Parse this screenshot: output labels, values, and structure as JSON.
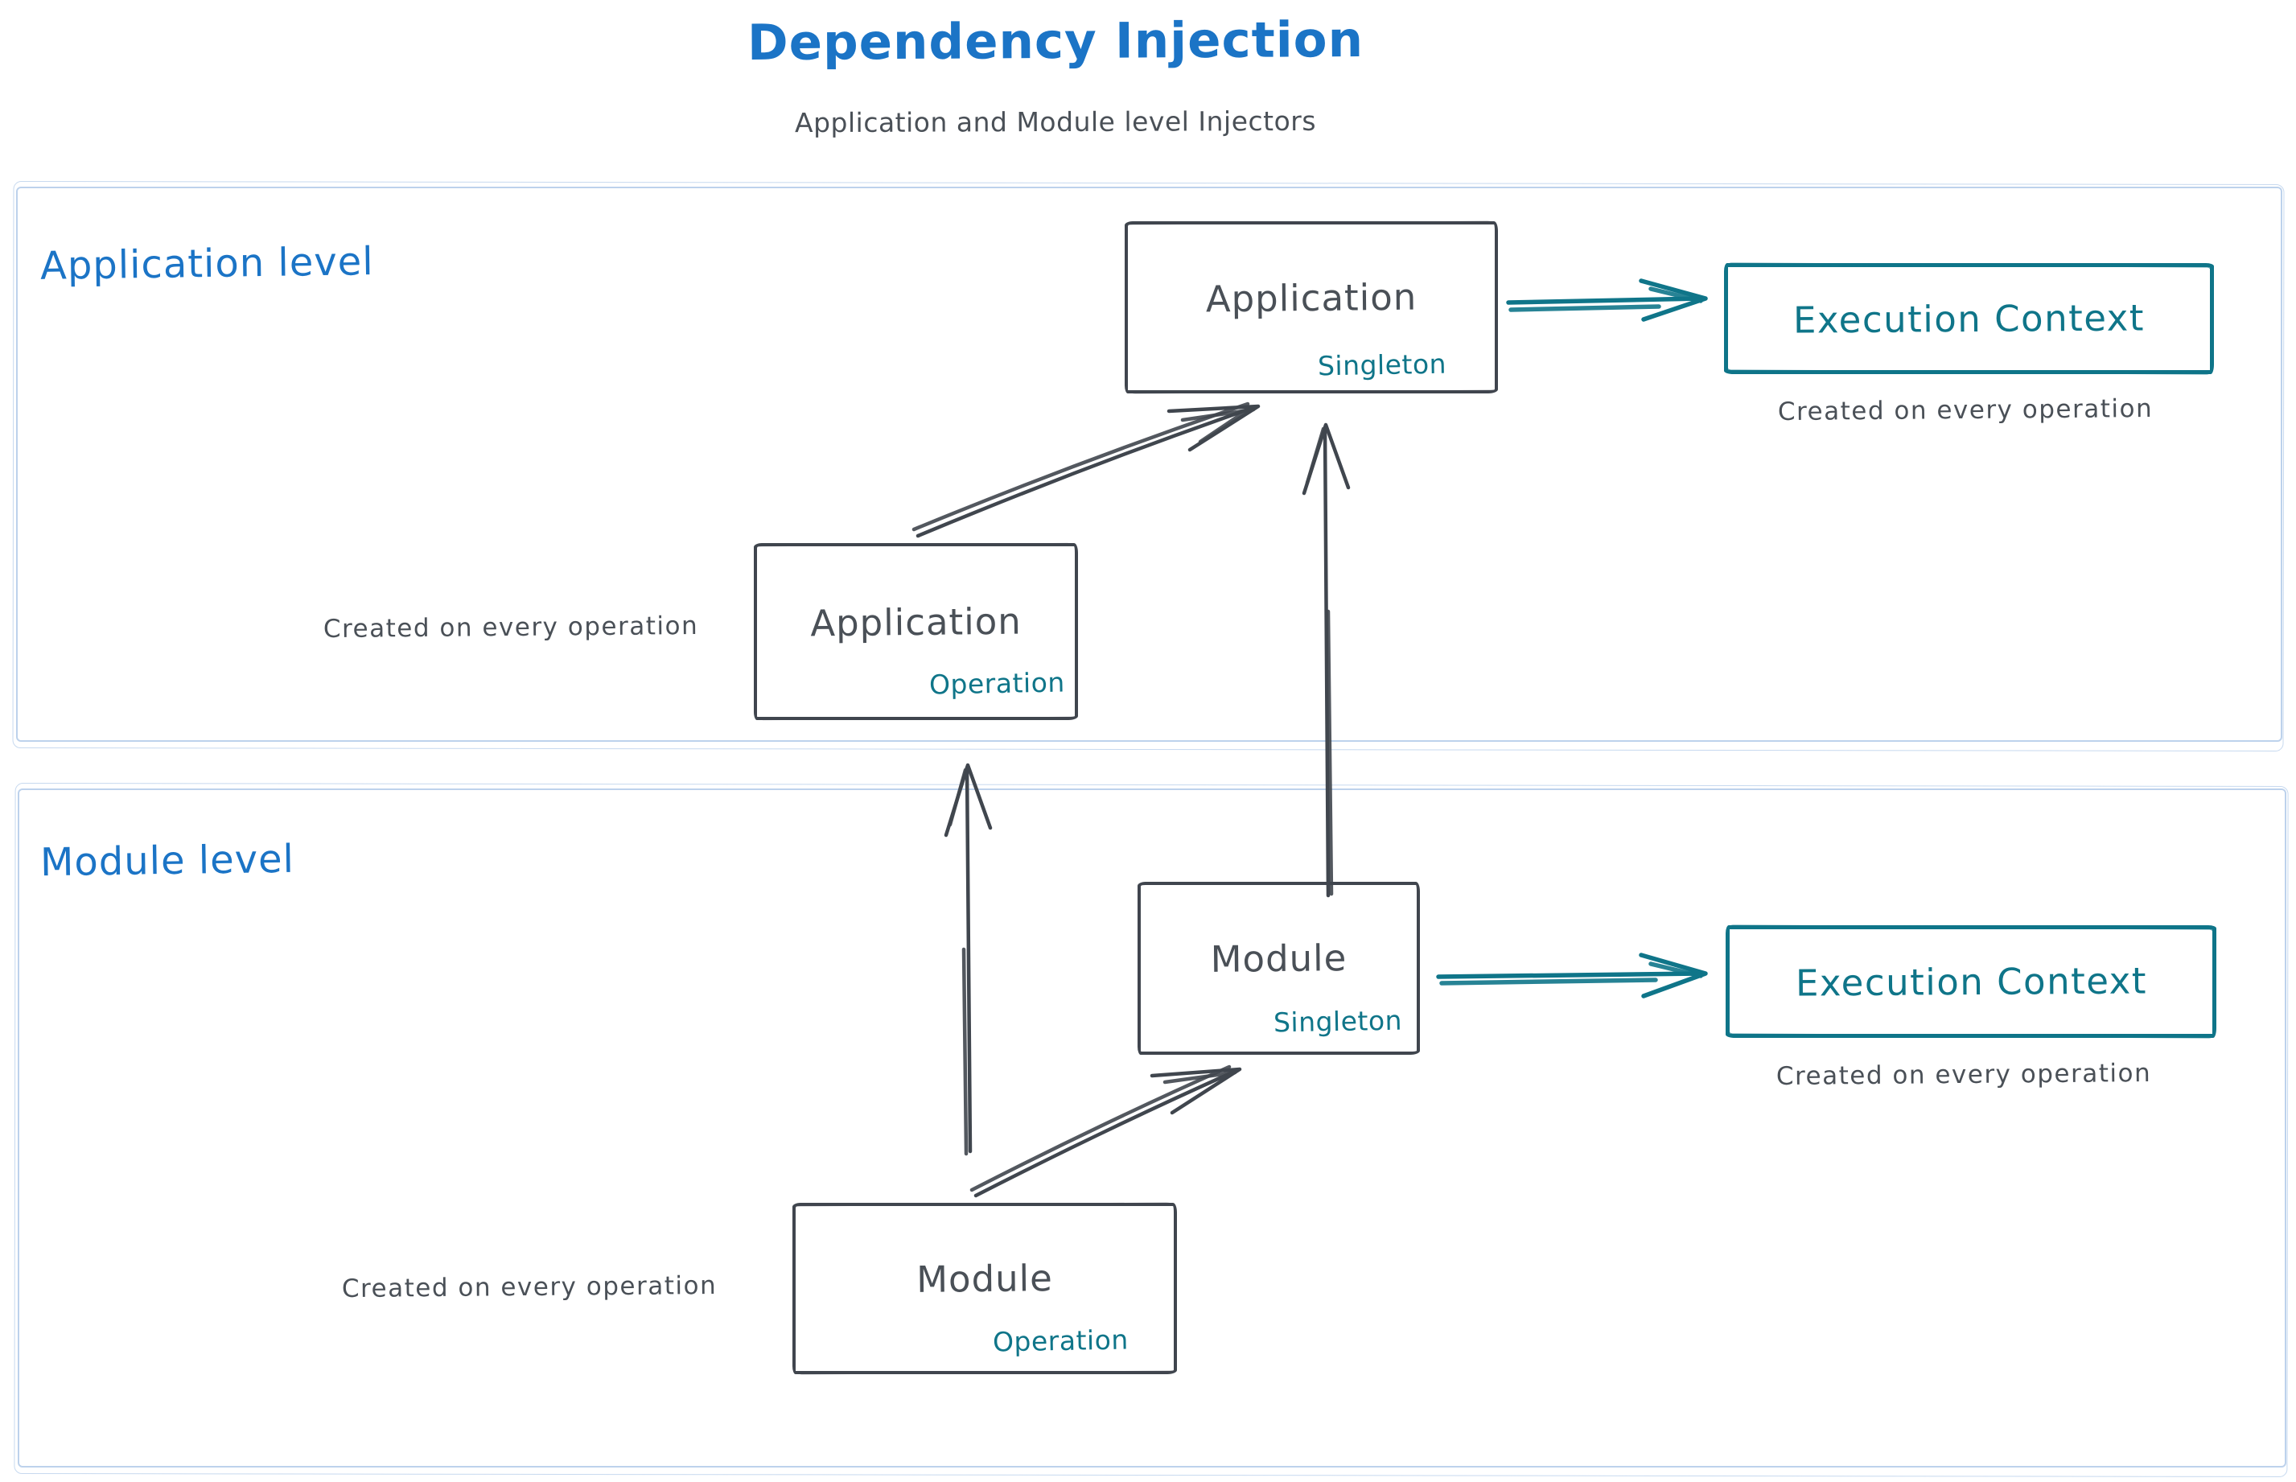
{
  "header": {
    "title": "Dependency Injection",
    "subtitle": "Application and Module level Injectors"
  },
  "sections": {
    "application": {
      "label": "Application level",
      "singleton_box": {
        "title": "Application",
        "badge": "Singleton"
      },
      "operation_box": {
        "title": "Application",
        "badge": "Operation"
      },
      "operation_note": "Created on every operation",
      "execution_context": {
        "label": "Execution Context",
        "note": "Created on every operation"
      }
    },
    "module": {
      "label": "Module level",
      "singleton_box": {
        "title": "Module",
        "badge": "Singleton"
      },
      "operation_box": {
        "title": "Module",
        "badge": "Operation"
      },
      "operation_note": "Created on every operation",
      "execution_context": {
        "label": "Execution Context",
        "note": "Created on every operation"
      }
    }
  },
  "colors": {
    "blue": "#1b74c6",
    "teal": "#0f7589",
    "dark": "#40464e",
    "ink": "#4a5057",
    "frame": "#bdd2ec"
  }
}
